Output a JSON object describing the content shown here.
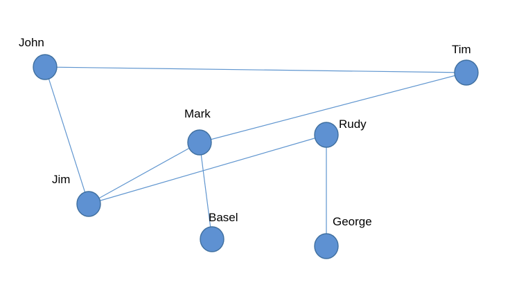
{
  "diagram": {
    "nodes": [
      {
        "id": "john",
        "label": "John",
        "color": "#5e91d2"
      },
      {
        "id": "tim",
        "label": "Tim",
        "color": "#5e91d2"
      },
      {
        "id": "mark",
        "label": "Mark",
        "color": "#5e91d2"
      },
      {
        "id": "rudy",
        "label": "Rudy",
        "color": "#5e91d2"
      },
      {
        "id": "jim",
        "label": "Jim",
        "color": "#5e91d2"
      },
      {
        "id": "basel",
        "label": "Basel",
        "color": "#5e91d2"
      },
      {
        "id": "george",
        "label": "George",
        "color": "#5e91d2"
      }
    ],
    "edges": [
      {
        "from": "john",
        "to": "tim"
      },
      {
        "from": "john",
        "to": "jim"
      },
      {
        "from": "mark",
        "to": "tim"
      },
      {
        "from": "mark",
        "to": "jim"
      },
      {
        "from": "rudy",
        "to": "jim"
      },
      {
        "from": "mark",
        "to": "basel"
      },
      {
        "from": "rudy",
        "to": "george"
      }
    ],
    "edge_color": "#5f95cf"
  }
}
